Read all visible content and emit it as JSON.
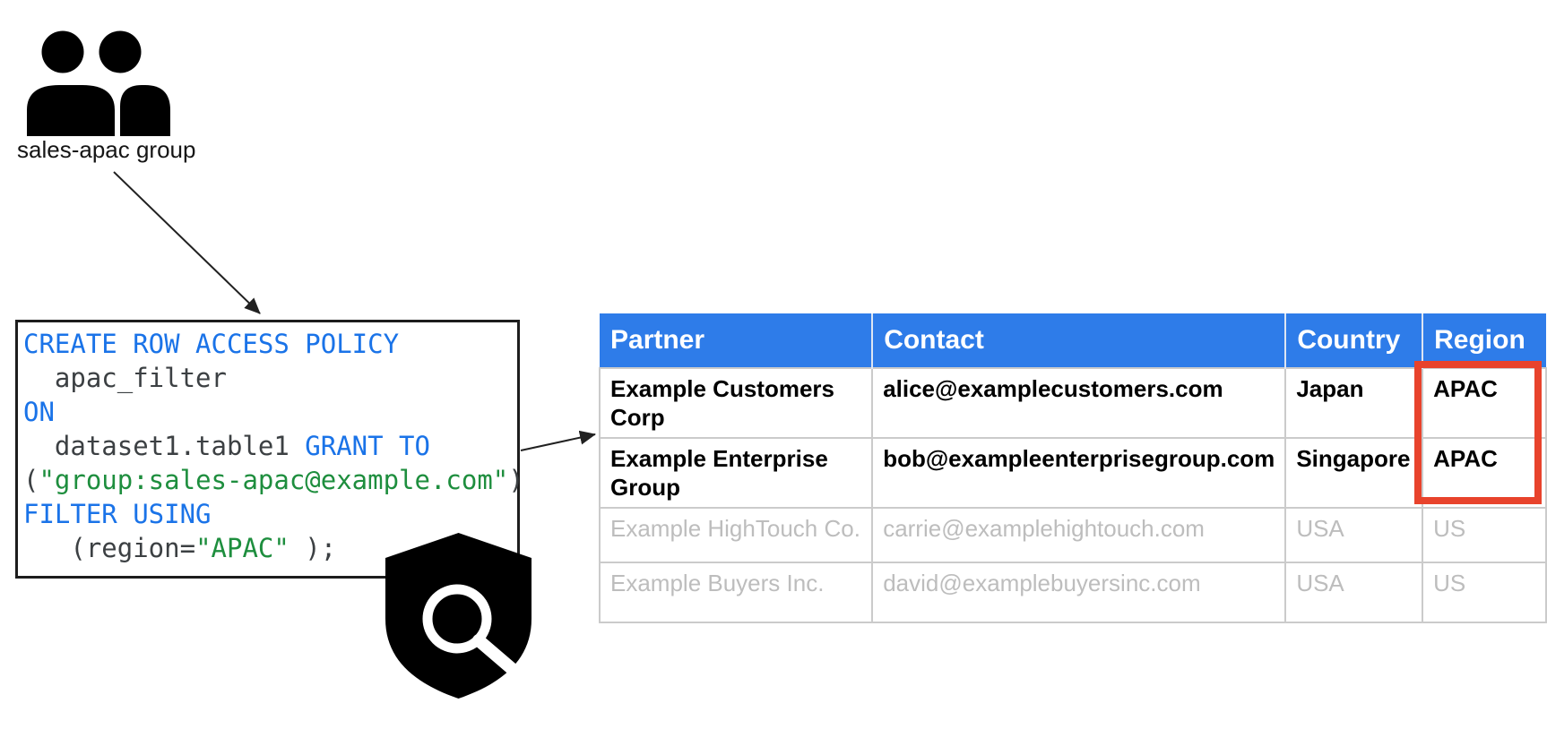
{
  "colors": {
    "header_blue": "#2E7CE9",
    "keyword_blue": "#1A73E8",
    "string_green": "#1E8E3E",
    "code_text": "#3C4043",
    "highlight_red": "#E8432C",
    "filtered_gray": "#BDBDBD"
  },
  "icons": {
    "group": "people-group-icon",
    "policy": "shield-search-icon"
  },
  "group": {
    "label": "sales-apac group"
  },
  "code": {
    "lines": [
      [
        "CREATE ROW ACCESS POLICY"
      ],
      [
        "  apac_filter"
      ],
      [
        "ON"
      ],
      [
        "  dataset1.table1 ",
        "GRANT TO"
      ],
      [
        "(",
        "\"group:sales-apac@example.com\"",
        ")"
      ],
      [
        "FILTER USING"
      ],
      [
        "   (region=",
        "\"APAC\"",
        " );"
      ]
    ]
  },
  "table": {
    "headers": [
      "Partner",
      "Contact",
      "Country",
      "Region"
    ],
    "rows": [
      {
        "partner": "Example Customers Corp",
        "contact": "alice@examplecustomers.com",
        "country": "Japan",
        "region": "APAC"
      },
      {
        "partner": "Example Enterprise Group",
        "contact": "bob@exampleenterprisegroup.com",
        "country": "Singapore",
        "region": "APAC"
      },
      {
        "partner": "Example HighTouch Co.",
        "contact": "carrie@examplehightouch.com",
        "country": "USA",
        "region": "US"
      },
      {
        "partner": "Example Buyers Inc.",
        "contact": "david@examplebuyersinc.com",
        "country": "USA",
        "region": "US"
      }
    ]
  }
}
